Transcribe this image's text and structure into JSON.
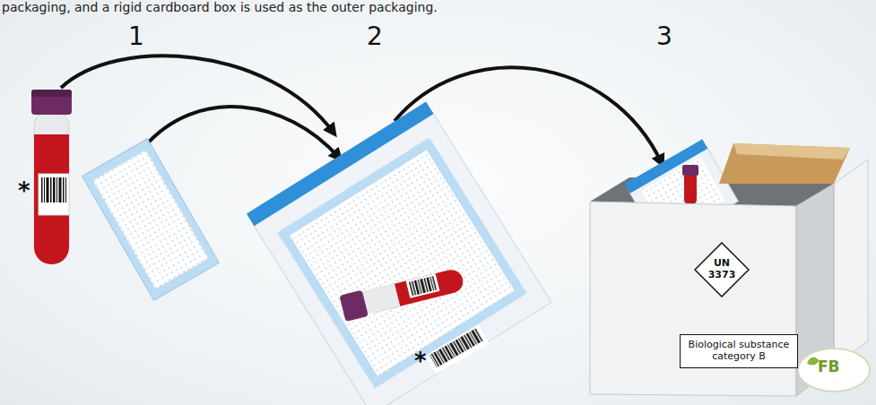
{
  "diagram": {
    "caption": "packaging, and a rigid cardboard box is used as the outer packaging.",
    "nodes": [
      {
        "text": [
          "UN 3373"
        ]
      },
      {
        "text": [
          "Biological substance category B"
        ]
      }
    ],
    "labels": [
      "1",
      "2",
      "3",
      "*",
      "*",
      "FB"
    ]
  }
}
